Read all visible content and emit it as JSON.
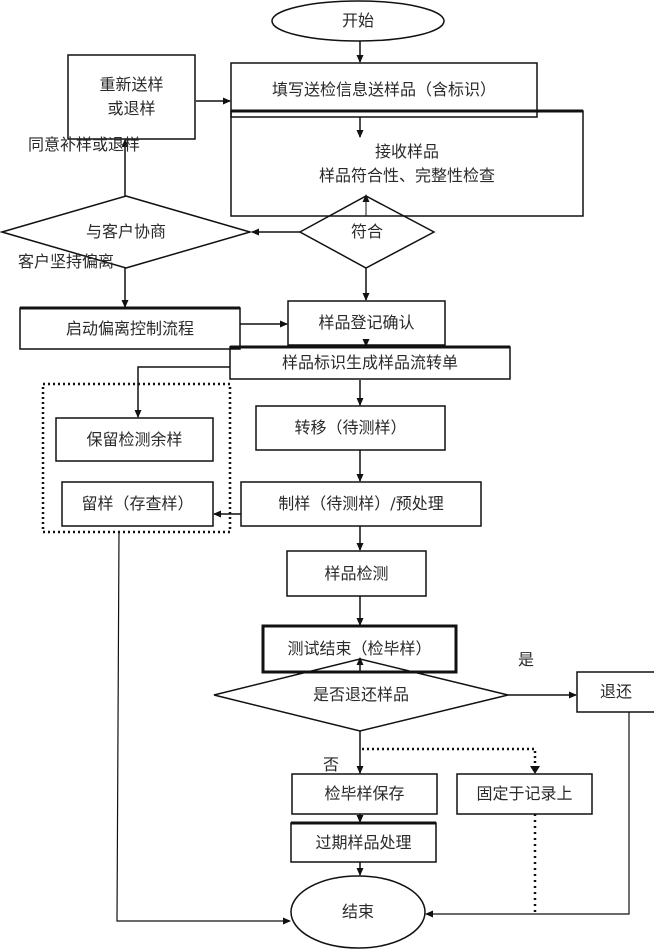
{
  "title": "样品管理流程图",
  "nodes": {
    "start": "开始",
    "resend": "重新送样\n或退样",
    "fill_info": "填写送检信息送样品（含标识）",
    "receive": "接收样品\n样品符合性、完整性检查",
    "negotiate": "与客户协商",
    "conform": "符合",
    "deviation_control": "启动偏离控制流程",
    "register": "样品登记确认",
    "label_generate": "样品标识生成样品流转单",
    "keep_remaining": "保留检测余样",
    "retain_sample": "留样（存查样）",
    "transfer": "转移（待测样）",
    "prepare": "制样（待测样）/预处理",
    "test": "样品检测",
    "test_end": "测试结束（检毕样）",
    "return_decision": "是否退还样品",
    "return": "退还",
    "save_tested": "检毕样保存",
    "fix_record": "固定于记录上",
    "expired": "过期样品处理",
    "end": "结束"
  },
  "edge_labels": {
    "agree_resend": "同意补样或退样",
    "insist_deviation": "客户坚持偏离",
    "yes": "是",
    "no": "否"
  }
}
